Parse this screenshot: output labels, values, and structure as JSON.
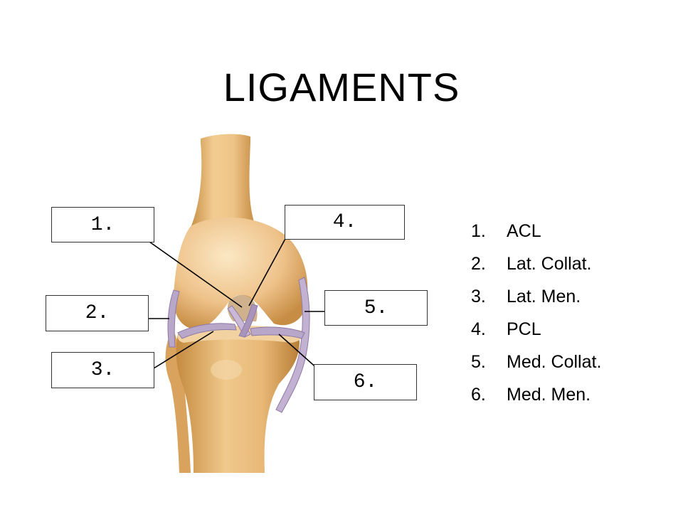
{
  "title": "LIGAMENTS",
  "callouts": [
    {
      "label": "1."
    },
    {
      "label": "2."
    },
    {
      "label": "3."
    },
    {
      "label": "4."
    },
    {
      "label": "5."
    },
    {
      "label": "6."
    }
  ],
  "legend": [
    {
      "number": "1.",
      "text": "ACL"
    },
    {
      "number": "2.",
      "text": "Lat. Collat."
    },
    {
      "number": "3.",
      "text": "Lat. Men."
    },
    {
      "number": "4.",
      "text": "PCL"
    },
    {
      "number": "5.",
      "text": "Med. Collat."
    },
    {
      "number": "6.",
      "text": "Med. Men."
    }
  ],
  "colors": {
    "bone": "#e8b877",
    "bone_dark": "#c98f45",
    "bone_light": "#f8e2b8",
    "ligament": "#b9a7c9",
    "ligament_dark": "#8e7aa6",
    "leader_line": "#000000"
  }
}
